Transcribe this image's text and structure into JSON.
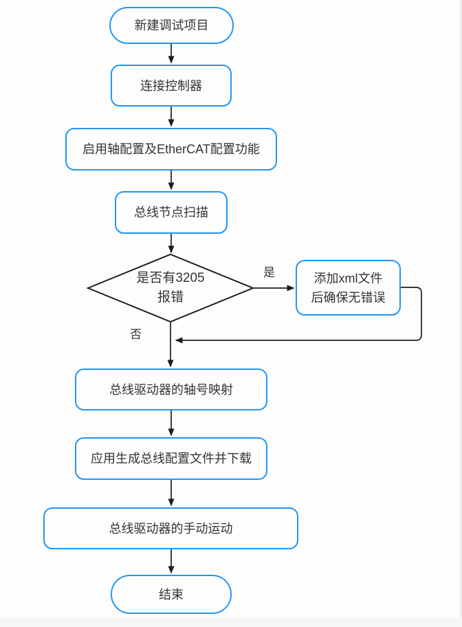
{
  "flowchart": {
    "title": "bus-drive-debug-flow",
    "nodes": {
      "start": {
        "label": "新建调试项目"
      },
      "connect": {
        "label": "连接控制器"
      },
      "enable": {
        "label": "启用轴配置及EtherCAT配置功能"
      },
      "scan": {
        "label": "总线节点扫描"
      },
      "decision": {
        "label": "是否有3205\n报错"
      },
      "add_xml": {
        "label": "添加xml文件\n后确保无错误"
      },
      "mapping": {
        "label": "总线驱动器的轴号映射"
      },
      "apply": {
        "label": "应用生成总线配置文件并下载"
      },
      "manual": {
        "label": "总线驱动器的手动运动"
      },
      "end": {
        "label": "结束"
      }
    },
    "edge_labels": {
      "yes": "是",
      "no": "否"
    },
    "colors": {
      "node_border": "#2196f3",
      "decision_border": "#1c1c1c",
      "connector": "#1c1c1c",
      "text": "#333333",
      "background": "#fdfdfd"
    }
  }
}
